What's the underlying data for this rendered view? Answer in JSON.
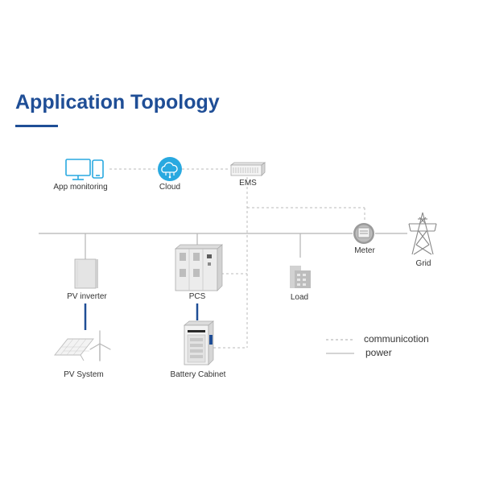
{
  "title": "Application Topology",
  "labels": {
    "app_monitoring": "App monitoring",
    "cloud": "Cloud",
    "ems": "EMS",
    "meter": "Meter",
    "grid": "Grid",
    "pv_inverter": "PV inverter",
    "pcs": "PCS",
    "load": "Load",
    "pv_system": "PV System",
    "battery_cabinet": "Battery Cabinet"
  },
  "legend": {
    "communication": "communicotion",
    "power": "power"
  },
  "colors": {
    "title": "#1f4e96",
    "cloud": "#29a9e0",
    "dc_link": "#1f4e96",
    "line": "#b5b5b5"
  }
}
